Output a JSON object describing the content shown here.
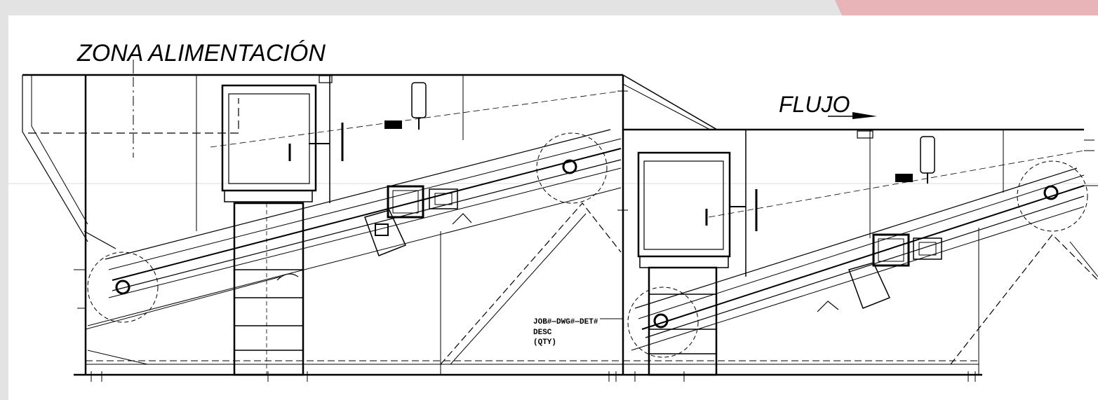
{
  "drawing": {
    "label_feed_zone": "ZONA  ALIMENTACIÓN",
    "label_flow": "FLUJO",
    "note_line1": "JOB#—DWG#—DET#",
    "note_line2": "DESC",
    "note_line3": "(QTY)"
  },
  "colors": {
    "background": "#e3e3e3",
    "sheet": "#ffffff",
    "line": "#000000",
    "corner_accent": "#e8b4b8"
  }
}
